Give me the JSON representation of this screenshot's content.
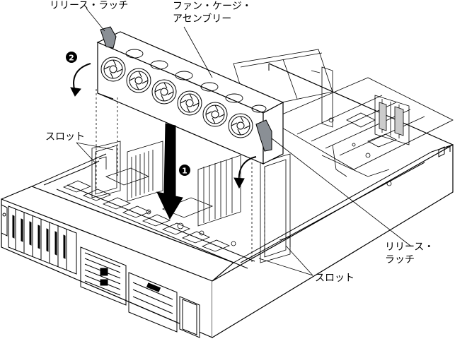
{
  "labels": {
    "release_latch_top": "リリース・ラッチ",
    "fan_cage_line1": "ファン・ケージ・",
    "fan_cage_line2": "アセンブリー",
    "slot_left": "スロット",
    "release_latch_right_line1": "リリース・",
    "release_latch_right_line2": "ラッチ",
    "slot_bottom": "スロット"
  },
  "steps": {
    "step1": "1",
    "step2": "2"
  },
  "colors": {
    "line": "#000000",
    "latch": "#8a8f95",
    "arrow": "#000000",
    "fill": "#ffffff"
  }
}
